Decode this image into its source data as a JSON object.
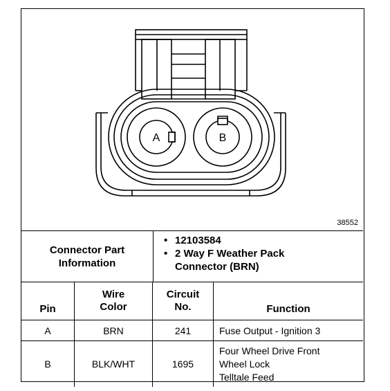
{
  "figure_id": "38552",
  "connector": {
    "pin_labels": [
      "A",
      "B"
    ]
  },
  "info": {
    "label_line1": "Connector Part",
    "label_line2": "Information",
    "items": [
      "12103584",
      "2 Way F Weather Pack",
      "Connector (BRN)"
    ]
  },
  "table": {
    "headers": {
      "pin": "Pin",
      "wire_color_1": "Wire",
      "wire_color_2": "Color",
      "circuit_1": "Circuit",
      "circuit_2": "No.",
      "function": "Function"
    },
    "rows": [
      {
        "pin": "A",
        "wire_color": "BRN",
        "circuit": "241",
        "function": [
          "Fuse Output - Ignition 3"
        ]
      },
      {
        "pin": "B",
        "wire_color": "BLK/WHT",
        "circuit": "1695",
        "function": [
          "Four Wheel Drive Front",
          "Wheel Lock",
          "Telltale Feed"
        ]
      }
    ]
  }
}
